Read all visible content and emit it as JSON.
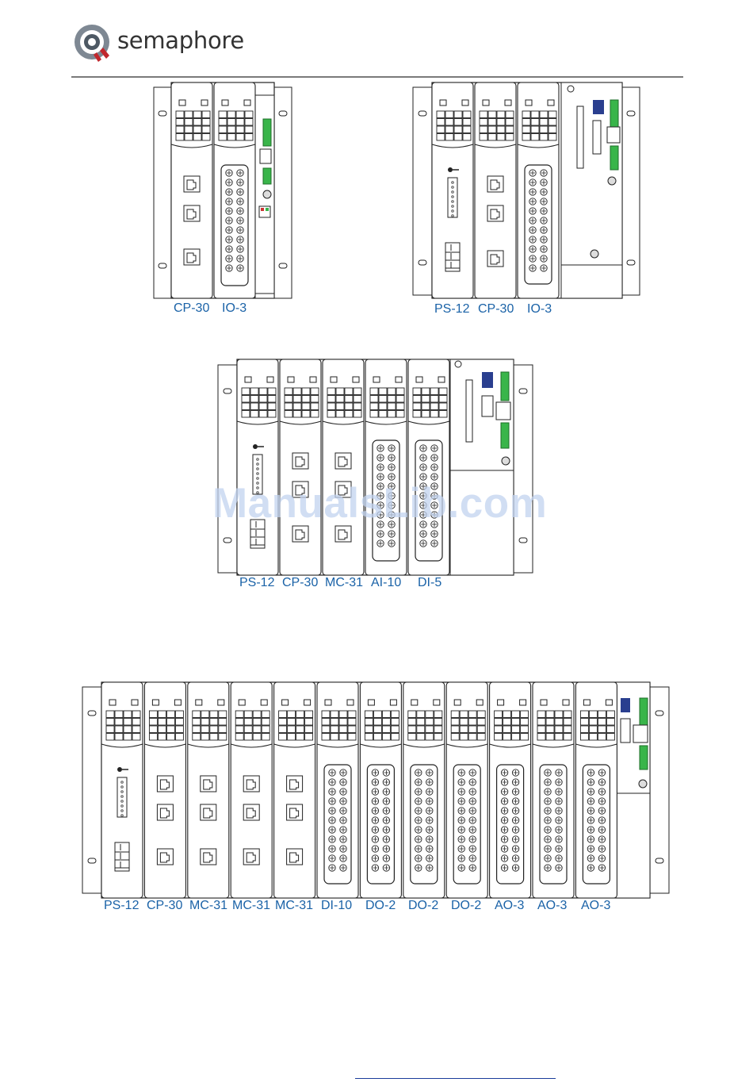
{
  "brand": {
    "name": "semaphore",
    "logo_icon": "semaphore-logo-icon"
  },
  "watermark": "ManualsLib.com",
  "colors": {
    "label": "#1a62a7",
    "watermark": "#c2d3ef",
    "terminal_green": "#39b54a",
    "dip_blue": "#2a3f8f"
  },
  "rack_a": {
    "modules": [
      "CP-30",
      "IO-3"
    ]
  },
  "rack_b": {
    "modules": [
      "PS-12",
      "CP-30",
      "IO-3"
    ]
  },
  "rack_c": {
    "modules": [
      "PS-12",
      "CP-30",
      "MC-31",
      "AI-10",
      "DI-5"
    ]
  },
  "rack_d": {
    "modules": [
      "PS-12",
      "CP-30",
      "MC-31",
      "MC-31",
      "MC-31",
      "DI-10",
      "DO-2",
      "DO-2",
      "DO-2",
      "AO-3",
      "AO-3",
      "AO-3"
    ]
  }
}
